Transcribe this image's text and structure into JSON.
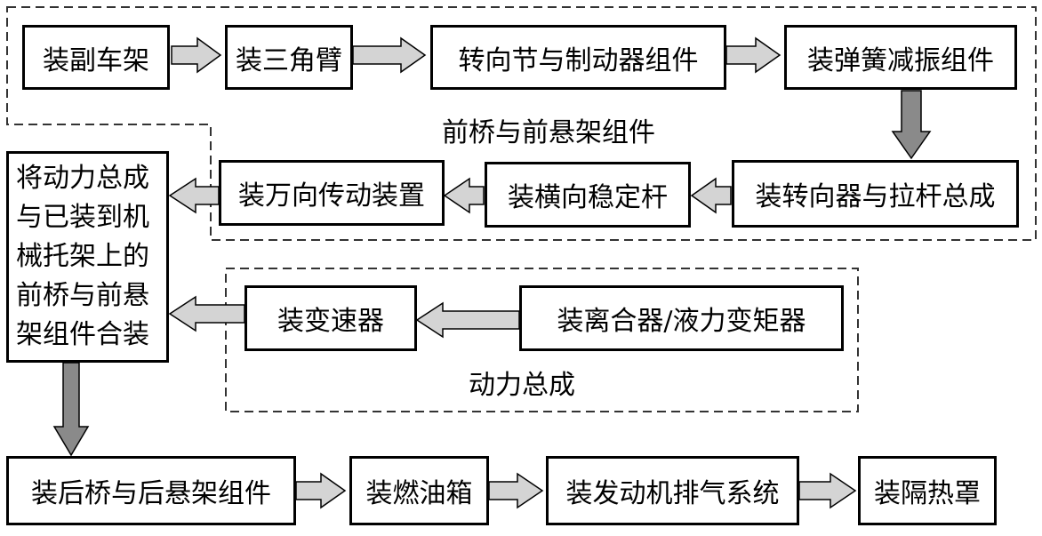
{
  "boxes": {
    "b1": "装副车架",
    "b2": "装三角臂",
    "b3": "转向节与制动器组件",
    "b4": "装弹簧减振组件",
    "b5": "装转向器与拉杆总成",
    "b6": "装横向稳定杆",
    "b7": "装万向传动装置",
    "b8": "将动力总成与已装到机械托架上的前桥与前悬架组件合装",
    "b9": "装离合器/液力变矩器",
    "b10": "装变速器",
    "b11": "装后桥与后悬架组件",
    "b12": "装燃油箱",
    "b13": "装发动机排气系统",
    "b14": "装隔热罩"
  },
  "groups": {
    "front": "前桥与前悬架组件",
    "power": "动力总成"
  },
  "colors": {
    "arrow_light": "#d4d4d4",
    "arrow_dark": "#8a8a8a",
    "border": "#000000"
  }
}
